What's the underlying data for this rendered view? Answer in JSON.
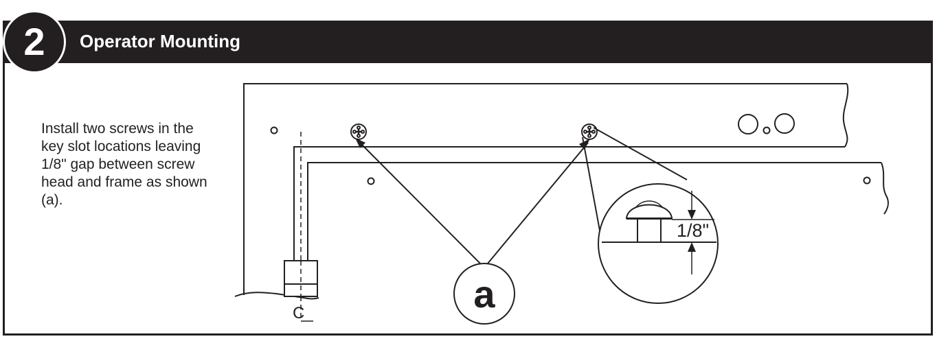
{
  "step": {
    "number": "2",
    "title": "Operator Mounting"
  },
  "instructions": "Install two screws in the key slot locations leaving 1/8\" gap between screw head and frame as shown (a).",
  "diagram": {
    "callout_label": "a",
    "gap_label": "1/8\"",
    "centerline_label": "C"
  },
  "colors": {
    "ink": "#231f20",
    "paper": "#ffffff"
  }
}
